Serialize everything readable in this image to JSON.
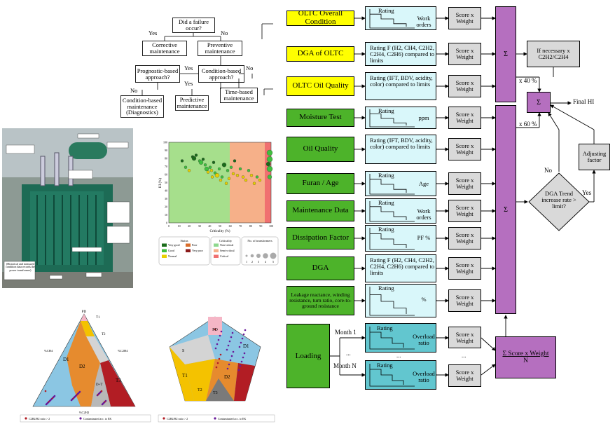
{
  "flowchart": {
    "q1": "Did a failure occur?",
    "yes": "Yes",
    "no": "No",
    "corrective": "Corrective maintenance",
    "preventive": "Preventive maintenance",
    "prognostic": "Prognostic-based approach?",
    "condition": "Condition-based approach?",
    "cbm": "Condition-based maintenance (Diagnostics)",
    "predictive": "Predictive maintenance",
    "timebased": "Time-based maintenance"
  },
  "photo": {
    "caption": "(Historical and measured condition data records the power transformer)"
  },
  "scatter": {
    "xlabel": "Criticality (%)",
    "ylabel": "HI (%)",
    "xticks": [
      "0",
      "10",
      "20",
      "30",
      "40",
      "50",
      "60",
      "70",
      "80",
      "90",
      "100"
    ],
    "yticks": [
      "0",
      "10",
      "20",
      "30",
      "40",
      "50",
      "60",
      "70",
      "80",
      "90",
      "100"
    ],
    "legend": {
      "status_title": "Status",
      "status": [
        "Very good",
        "Good",
        "Normal",
        "Poor",
        "Very poor"
      ],
      "status_colors": [
        "#1a6b1a",
        "#3fbf3f",
        "#e8d000",
        "#d96d2a",
        "#8b1a1a"
      ],
      "crit_title": "Criticality",
      "crit": [
        "Non-critical",
        "Semi-critical",
        "Critical"
      ],
      "crit_colors": [
        "#8ed88e",
        "#f6b089",
        "#f07070"
      ],
      "num_title": "No. of transformers",
      "num": [
        "1",
        "2",
        "3",
        "4",
        "5"
      ]
    }
  },
  "triangle": {
    "labels": {
      "pd": "PD",
      "t1": "T1",
      "t2": "T2",
      "d1": "D1",
      "d2": "D2",
      "dt": "D+T",
      "t3": "T3"
    },
    "left_axis": "%CH4",
    "right_axis": "%C2H4",
    "bottom_axis": "%C2H2",
    "legend": [
      "C2H2/H2 ratio > 2",
      "Contaminated acc. to EK"
    ]
  },
  "pentagon": {
    "labels": {
      "pd": "PD",
      "s": "S",
      "d1": "D1",
      "t1": "T1",
      "d2": "D2",
      "t2": "T2",
      "t3": "T3"
    },
    "legend": [
      "C2H2/H2 ratio > 2",
      "Contaminated acc. to EK"
    ]
  },
  "hi": {
    "factors": [
      {
        "label": "OLTC Overall Condition",
        "color": "yellow",
        "rating": "Rating",
        "unit": "Work orders"
      },
      {
        "label": "DGA of OLTC",
        "color": "yellow",
        "rating": "Rating F (H2, CH4, C2H2, C2H4, C2H6) compared to limits"
      },
      {
        "label": "OLTC Oil Quality",
        "color": "yellow",
        "rating": "Rating (IFT, BDV, acidity, color) compared to limits"
      },
      {
        "label": "Moisture Test",
        "color": "green",
        "rating": "Rating",
        "unit": "ppm"
      },
      {
        "label": "Oil Quality",
        "color": "green",
        "rating": "Rating (IFT, BDV, acidity, color) compared to limits"
      },
      {
        "label": "Furan / Age",
        "color": "green",
        "rating": "Rating",
        "unit": "Age"
      },
      {
        "label": "Maintenance Data",
        "color": "green",
        "rating": "Rating",
        "unit": "Work orders"
      },
      {
        "label": "Dissipation Factor",
        "color": "green",
        "rating": "Rating",
        "unit": "PF %"
      },
      {
        "label": "DGA",
        "color": "green",
        "rating": "Rating F (H2, CH4, C2H2, C2H4, C2H6) compared to limits"
      },
      {
        "label": "Leakage reactance, winding resistance, turn ratio, core-to-ground resistance",
        "color": "green",
        "rating": "Rating",
        "unit": "%"
      }
    ],
    "score": "Score x Weight",
    "sigma": "Σ",
    "if_necessary": "If necessary x C2H2/C2H4",
    "x40": "x 40 %",
    "x60": "x 60 %",
    "final": "Final HI",
    "adjusting": "Adjusting factor",
    "dga_trend": "DGA Trend increase rate > limit?",
    "no": "No",
    "yes": "Yes",
    "loading": "Loading",
    "month1": "Month 1",
    "monthN": "Month N",
    "dots": "...",
    "overload": "Overload ratio",
    "sum_weight": "Σ Score x Weight",
    "sum_n": "N"
  }
}
